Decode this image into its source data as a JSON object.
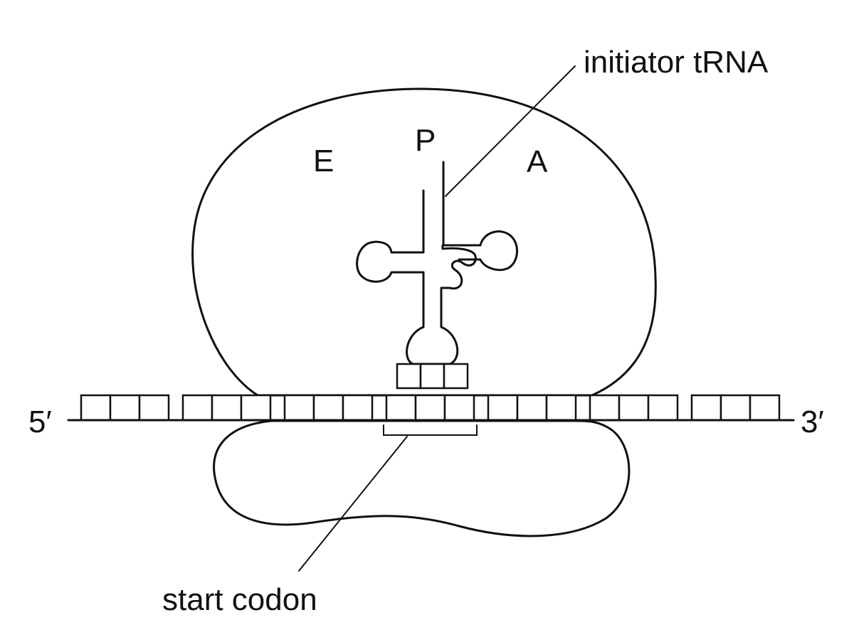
{
  "labels": {
    "initiator_trna": "initiator tRNA",
    "site_e": "E",
    "site_p": "P",
    "site_a": "A",
    "five_prime": "5′",
    "three_prime": "3′",
    "start_codon": "start codon"
  },
  "mrna": {
    "codon_count": 7,
    "bases_per_codon": 3,
    "start_codon_index": 3
  },
  "colors": {
    "line": "#111111",
    "background": "#ffffff"
  }
}
